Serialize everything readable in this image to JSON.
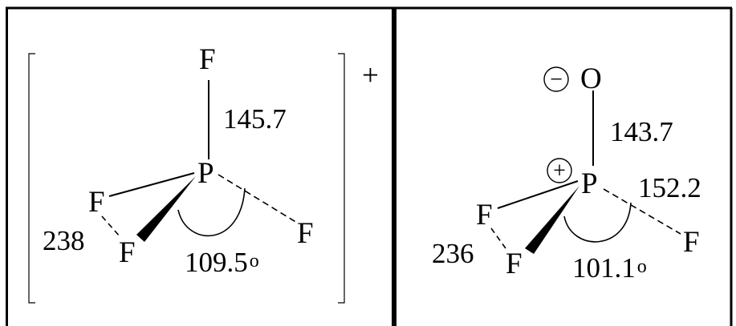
{
  "left_panel": {
    "atoms": {
      "top": "F",
      "center": "P",
      "left": "F",
      "bottom": "F",
      "right": "F"
    },
    "bond_length": "145.7",
    "f_f_distance": "238",
    "angle_value": "109.5",
    "angle_unit": "o",
    "ion_charge": "+"
  },
  "right_panel": {
    "atoms": {
      "top": "O",
      "center": "P",
      "left": "F",
      "bottom": "F",
      "right": "F"
    },
    "oxygen_charge": "−",
    "phosphorus_charge": "+",
    "bond_length_po": "143.7",
    "bond_length_pf": "152.2",
    "f_f_distance": "236",
    "angle_value": "101.1",
    "angle_unit": "o"
  }
}
